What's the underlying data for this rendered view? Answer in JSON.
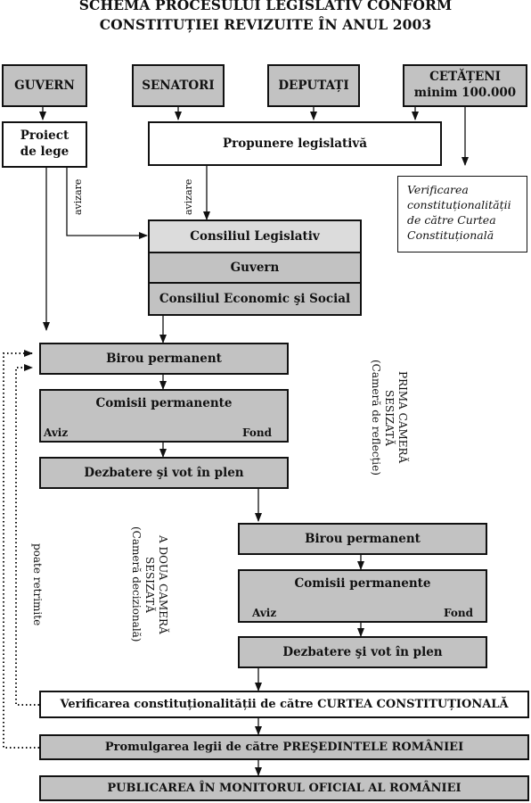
{
  "title": {
    "line1": "SCHEMA PROCESULUI LEGISLATIV CONFORM",
    "line2": "CONSTITUȚIEI REVIZUITE ÎN ANUL 2003"
  },
  "initiators": {
    "guvern": "GUVERN",
    "senatori": "SENATORI",
    "deputati": "DEPUTAȚI",
    "cetateni_line1": "CETĂȚENI",
    "cetateni_line2": "minim 100.000"
  },
  "proiect": {
    "line1": "Proiect",
    "line2": "de lege"
  },
  "propunere": "Propunere legislativă",
  "verificare_note": {
    "line1": "Verificarea",
    "line2": "constituționalității",
    "line3": "de către Curtea",
    "line4": "Constituțională"
  },
  "avizare_label": "avizare",
  "consultation": {
    "consiliul_legislativ": "Consiliul Legislativ",
    "guvern": "Guvern",
    "consiliul_economic": "Consiliul Economic şi Social"
  },
  "first_chamber": {
    "birou": "Birou permanent",
    "comisii": "Comisii permanente",
    "aviz": "Aviz",
    "fond": "Fond",
    "dezbatere": "Dezbatere şi vot în plen",
    "label_line1": "PRIMA CAMERĂ",
    "label_line2": "SESIZATĂ",
    "label_line3": "(Cameră de reflecție)"
  },
  "second_chamber": {
    "birou": "Birou permanent",
    "comisii": "Comisii permanente",
    "aviz": "Aviz",
    "fond": "Fond",
    "dezbatere": "Dezbatere şi vot în plen",
    "label_line1": "A DOUA CAMERĂ",
    "label_line2": "SESIZATĂ",
    "label_line3": "(Cameră decizională)"
  },
  "retrimite_label": "poate retrimite",
  "final": {
    "verificare": "Verificarea constituționalității de către CURTEA CONSTITUȚIONALĂ",
    "promulgare": "Promulgarea legii de către PREŞEDINTELE ROMÂNIEI",
    "publicare": "PUBLICAREA ÎN MONITORUL OFICIAL AL ROMÂNIEI"
  },
  "colors": {
    "box_gray": "#c2c2c2",
    "box_light_gray": "#dcdcdc",
    "line": "#111111"
  }
}
